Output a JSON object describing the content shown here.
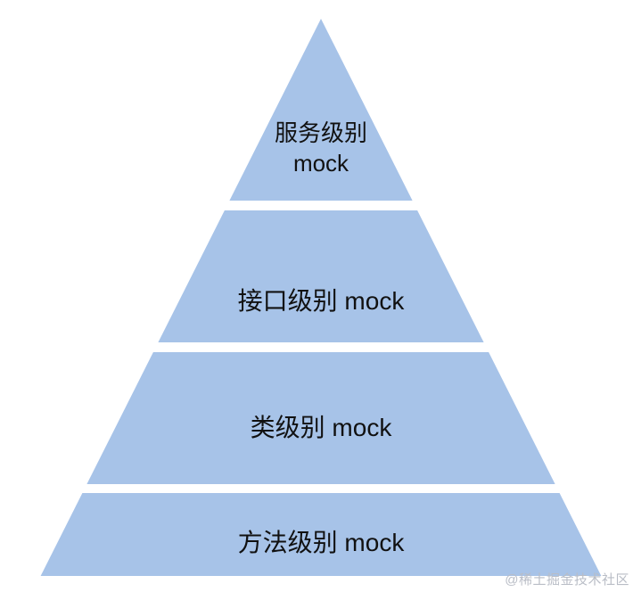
{
  "pyramid": {
    "levels": [
      {
        "id": "service-level-mock",
        "lines": [
          "服务级别",
          "mock"
        ]
      },
      {
        "id": "interface-level-mock",
        "lines": [
          "接口级别 mock"
        ]
      },
      {
        "id": "class-level-mock",
        "lines": [
          "类级别 mock"
        ]
      },
      {
        "id": "method-level-mock",
        "lines": [
          "方法级别 mock"
        ]
      }
    ]
  },
  "watermark": {
    "text": "@稀土掘金技术社区"
  },
  "colors": {
    "pyramid_fill": "#A7C3E8",
    "label_text": "#111111",
    "watermark_text": "#B9BDC6"
  }
}
